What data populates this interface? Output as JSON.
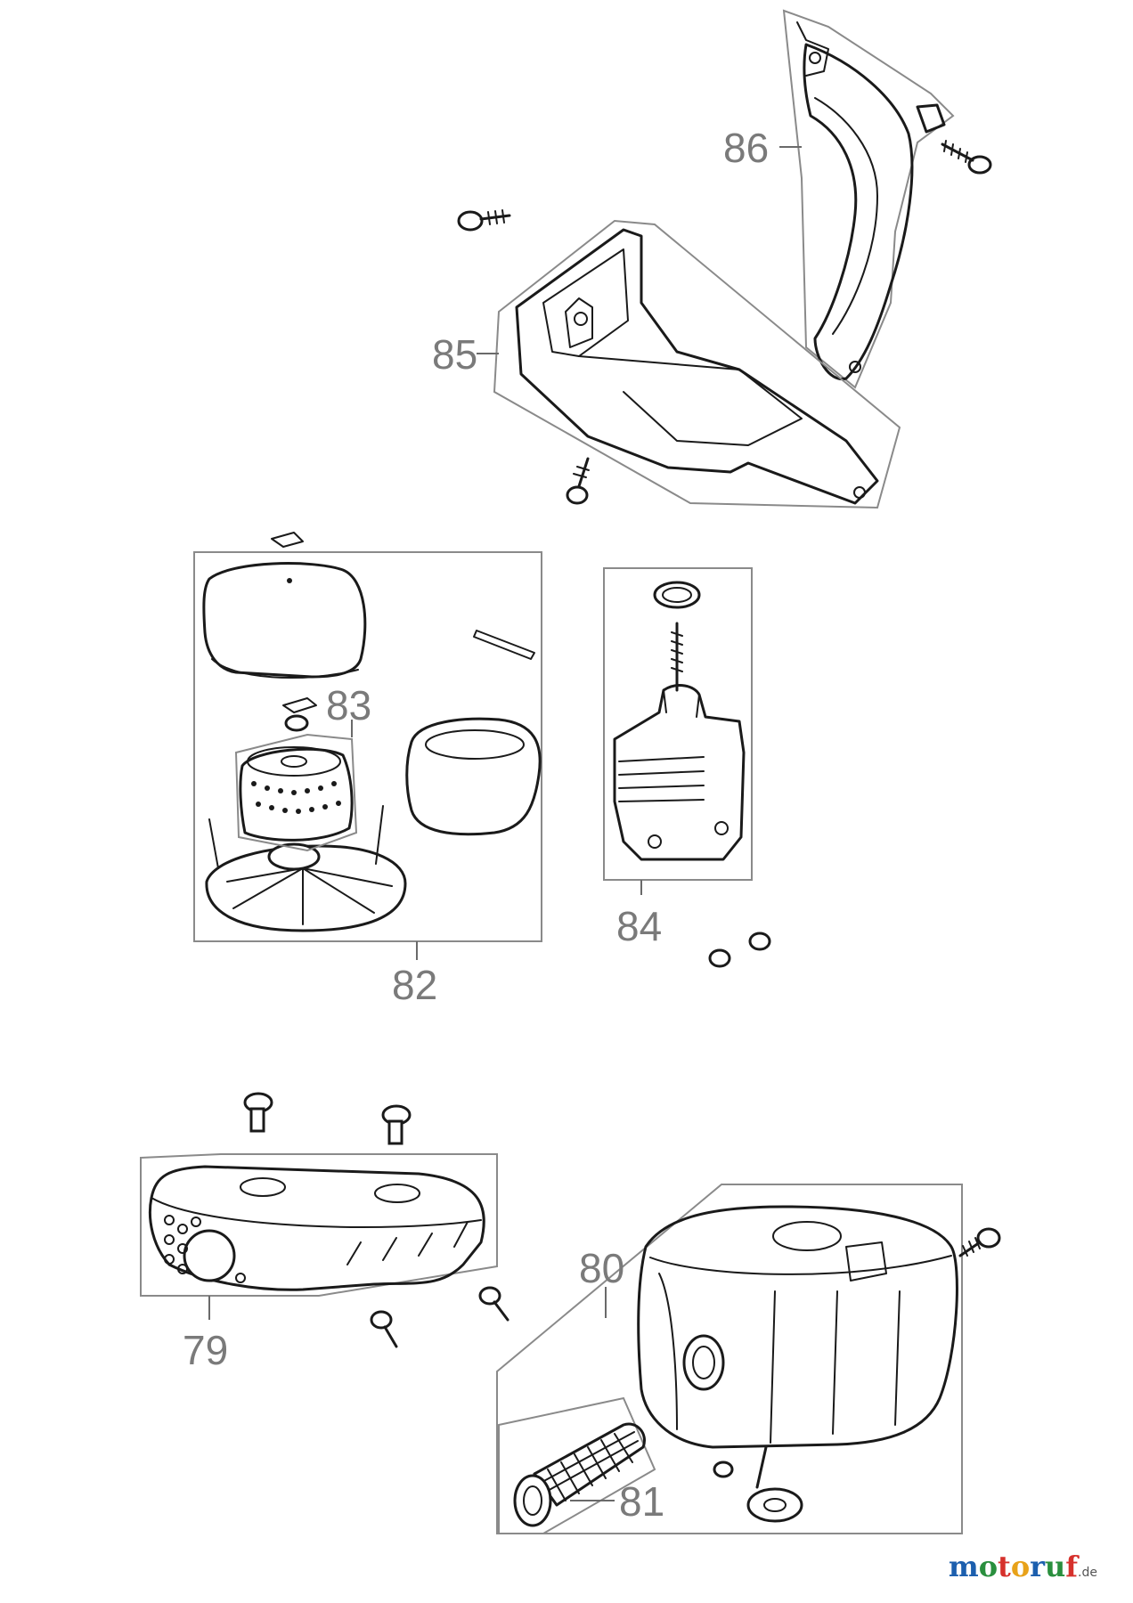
{
  "callouts": {
    "p79": "79",
    "p80": "80",
    "p81": "81",
    "p82": "82",
    "p83": "83",
    "p84": "84",
    "p85": "85",
    "p86": "86"
  },
  "logo": {
    "name_moto": "moto",
    "name_ruf": "ruf",
    "tld": ".de",
    "colors": [
      "#1c5fae",
      "#2a8f3e",
      "#d6312c",
      "#e8a21a",
      "#1c5fae",
      "#2a8f3e",
      "#d6312c"
    ]
  }
}
